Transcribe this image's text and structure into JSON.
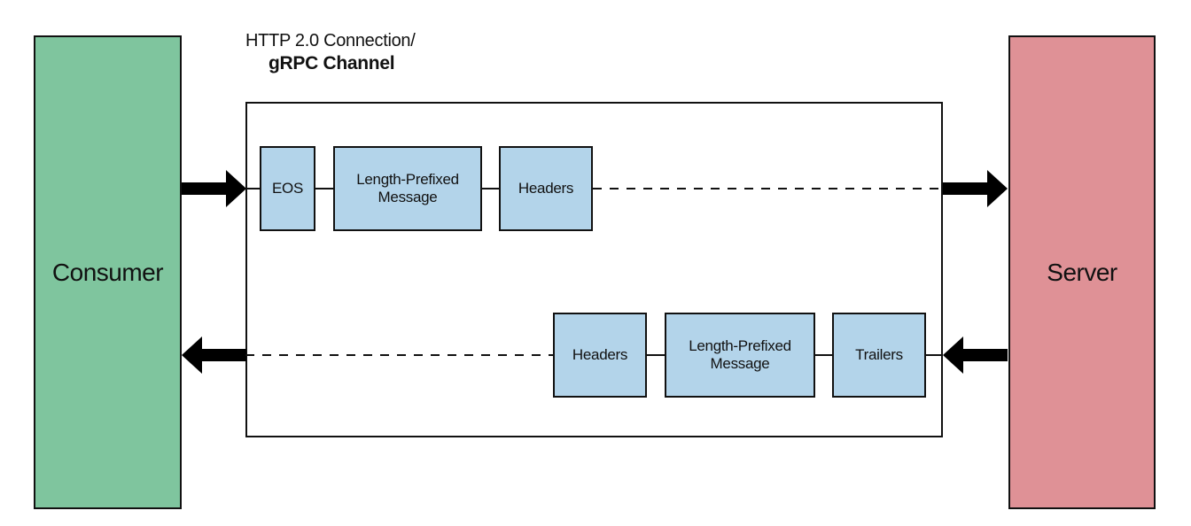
{
  "diagram": {
    "consumer": {
      "label": "Consumer",
      "fill": "#7FC59E"
    },
    "server": {
      "label": "Server",
      "fill": "#DF9196"
    },
    "channel": {
      "title_line1": "HTTP 2.0 Connection/",
      "title_line2": "gRPC Channel"
    },
    "request_flow": {
      "direction": "consumer-to-server",
      "frames": [
        "EOS",
        "Length-Prefixed Message",
        "Headers"
      ]
    },
    "response_flow": {
      "direction": "server-to-consumer",
      "frames": [
        "Headers",
        "Length-Prefixed Message",
        "Trailers"
      ]
    },
    "colors": {
      "frame_fill": "#B3D4EA",
      "consumer_fill": "#7FC59E",
      "server_fill": "#DF9196",
      "border": "#111111",
      "arrow": "#000000"
    }
  }
}
